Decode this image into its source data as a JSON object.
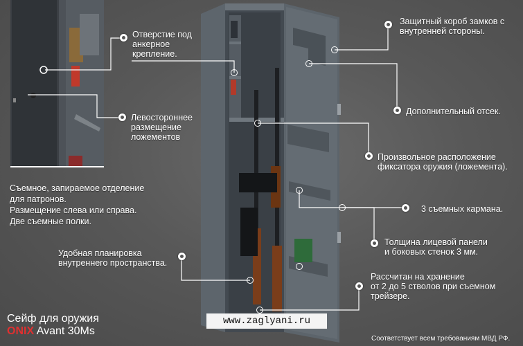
{
  "callouts": {
    "anchor": [
      "Отверстие под",
      "анкерное",
      "крепление."
    ],
    "left_mount": [
      "Левостороннее",
      "размещение",
      "ложементов"
    ],
    "ammo_box": [
      "Съемное, запираемое отделение",
      "для патронов.",
      "Размещение слева или справа.",
      "Две съемные полки."
    ],
    "layout": [
      "Удобная планировка",
      "внутреннего пространства."
    ],
    "lock_box": [
      "Защитный короб  замков с",
      "внутренней стороны."
    ],
    "extra_compartment": "Дополнительный отсек.",
    "holder": [
      "Произвольное расположение",
      "фиксатора оружия (ложемента)."
    ],
    "pockets": "3 съемных кармана.",
    "thickness": [
      "Толщина лицевой панели",
      "и боковых стенок 3 мм."
    ],
    "capacity": [
      "Рассчитан на хранение",
      "от 2 до 5 стволов при съемном",
      "трейзере."
    ]
  },
  "brand": {
    "line1": "Сейф для оружия",
    "onix": "ONIX",
    "model": "Avant 30Ms"
  },
  "url": "www.zaglyani.ru",
  "compliance": "Соответствует всем требованиям МВД РФ.",
  "colors": {
    "background": "#585858",
    "safe_body": "#4a5158",
    "brand_red": "#e03030",
    "text": "#ffffff"
  }
}
